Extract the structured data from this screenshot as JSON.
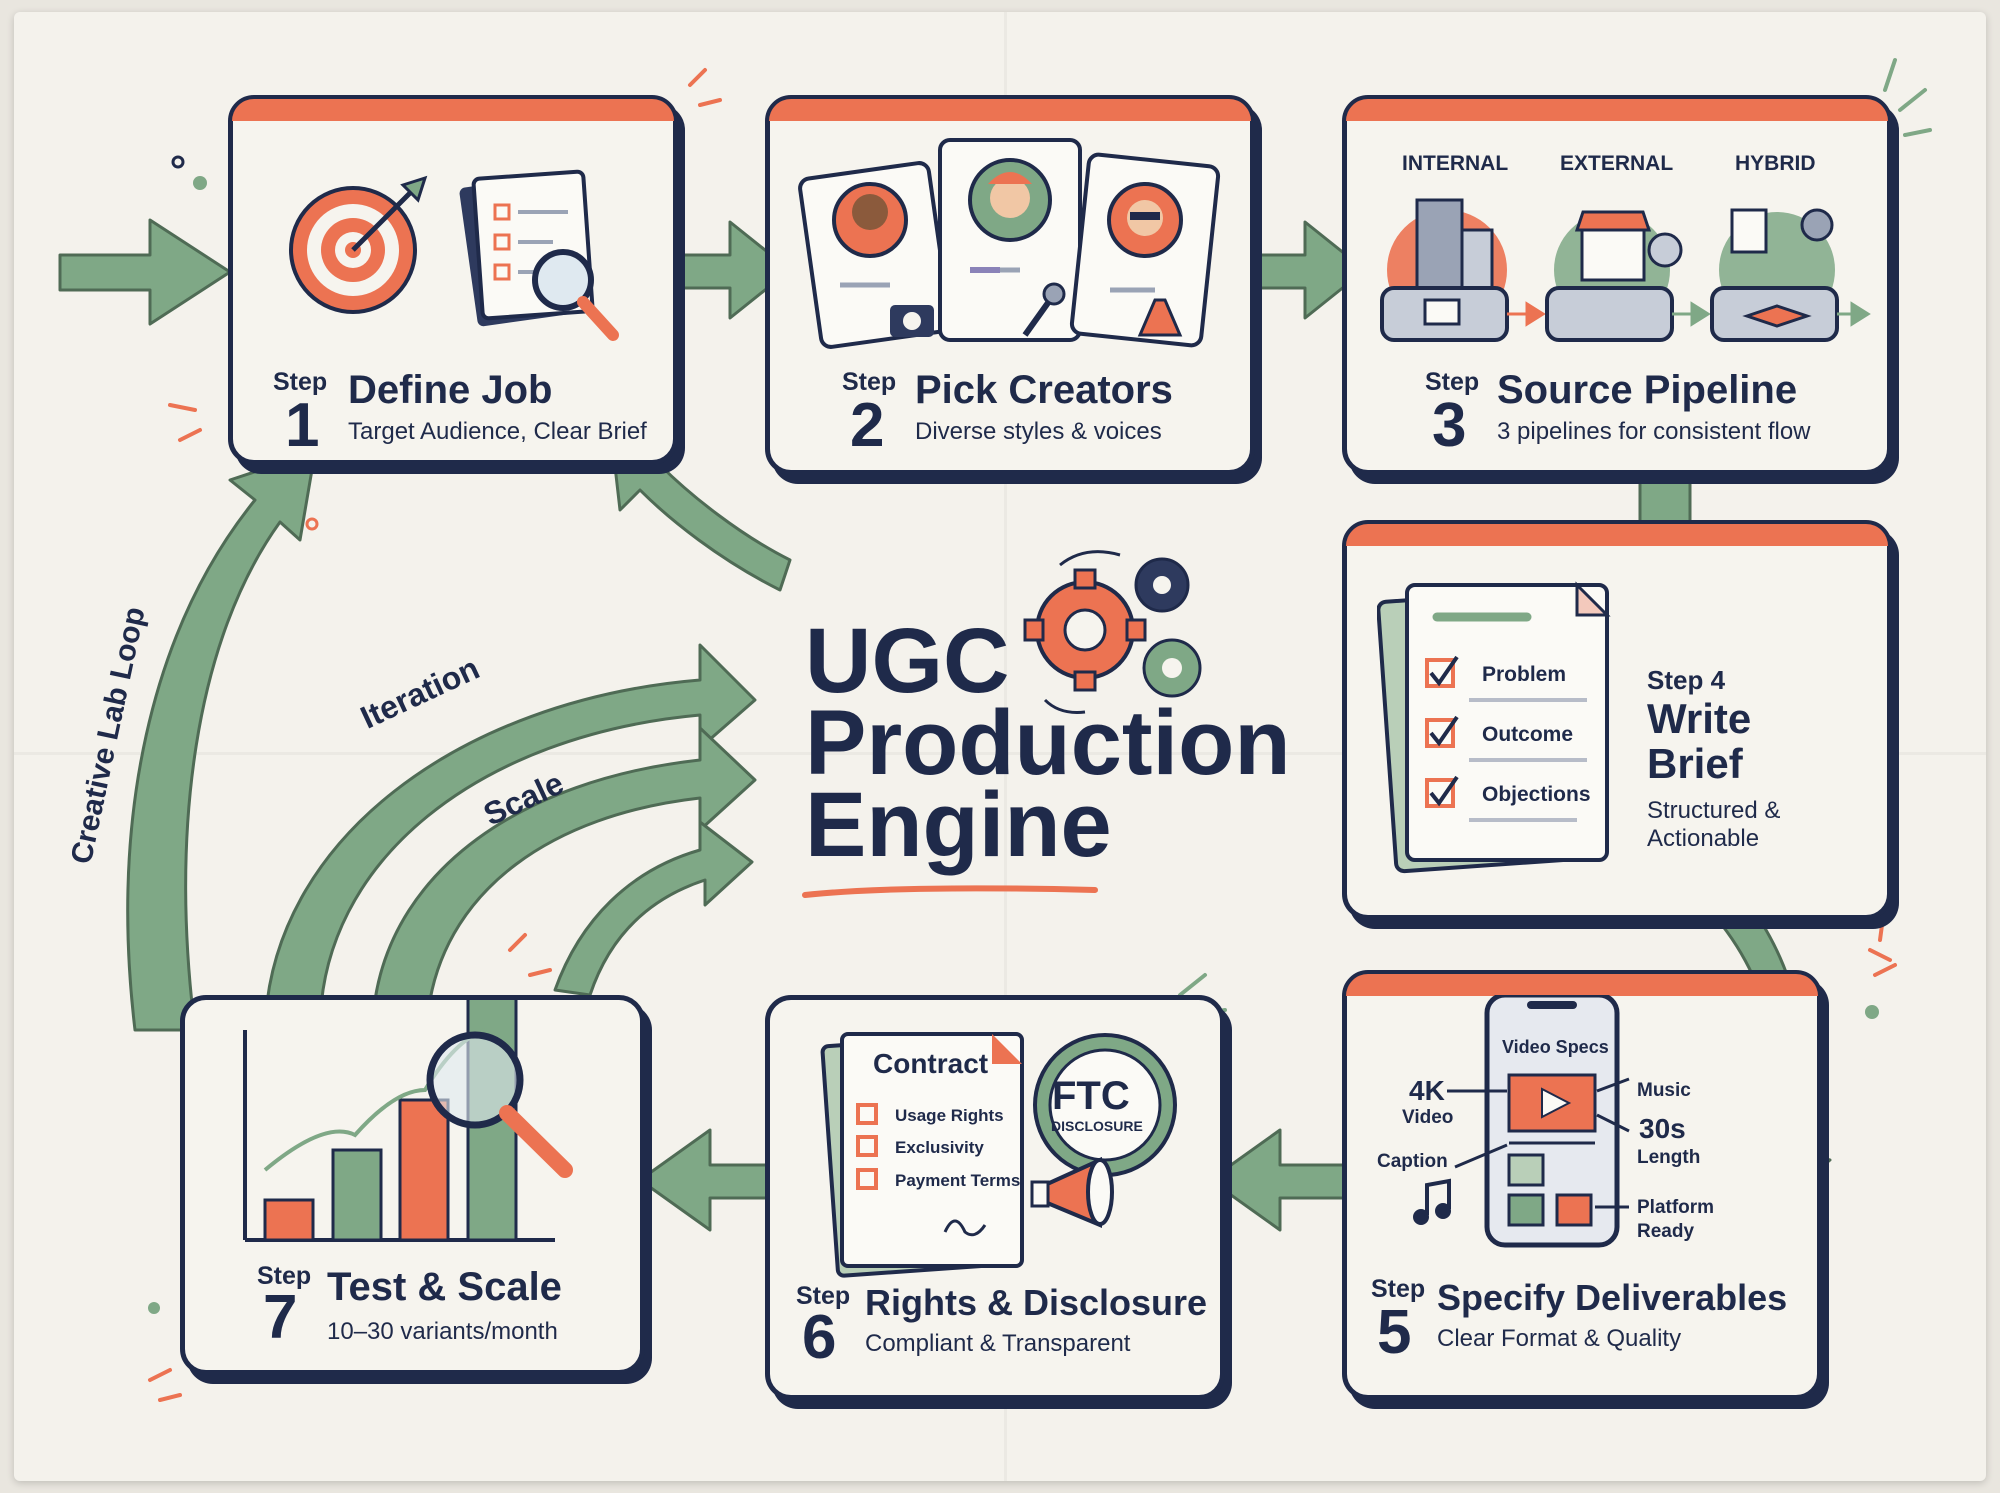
{
  "title": {
    "line1": "UGC",
    "line2": "Production",
    "line3": "Engine"
  },
  "loop_labels": {
    "outer": "Creative Lab Loop",
    "iteration": "Iteration",
    "scale": "Scale"
  },
  "steps": [
    {
      "step_word": "Step",
      "number": "1",
      "title": "Define Job",
      "subtitle": "Target Audience, Clear Brief"
    },
    {
      "step_word": "Step",
      "number": "2",
      "title": "Pick Creators",
      "subtitle": "Diverse styles & voices"
    },
    {
      "step_word": "Step",
      "number": "3",
      "title": "Source Pipeline",
      "subtitle": "3 pipelines for consistent flow",
      "pipelines": [
        "INTERNAL",
        "EXTERNAL",
        "HYBRID"
      ]
    },
    {
      "step_label": "Step 4",
      "title_line1": "Write",
      "title_line2": "Brief",
      "subtitle_line1": "Structured &",
      "subtitle_line2": "Actionable",
      "checklist": [
        "Problem",
        "Outcome",
        "Objections"
      ]
    },
    {
      "step_word": "Step",
      "number": "5",
      "title": "Specify Deliverables",
      "subtitle": "Clear Format & Quality",
      "phone_header": "Video Specs",
      "specs": {
        "res": "4K",
        "res_sub": "Video",
        "caption": "Caption",
        "music": "Music",
        "length": "30s",
        "length_sub": "Length",
        "platform": "Platform",
        "platform_sub": "Ready"
      }
    },
    {
      "step_word": "Step",
      "number": "6",
      "title": "Rights & Disclosure",
      "subtitle": "Compliant & Transparent",
      "contract_title": "Contract",
      "contract_items": [
        "Usage Rights",
        "Exclusivity",
        "Payment Terms"
      ],
      "badge_top": "FTC",
      "badge_bottom": "DISCLOSURE"
    },
    {
      "step_word": "Step",
      "number": "7",
      "title": "Test & Scale",
      "subtitle": "10–30 variants/month"
    }
  ],
  "colors": {
    "navy": "#1f2a4a",
    "coral": "#ec7352",
    "sage": "#7fa886",
    "paper": "#f4f2ec"
  },
  "icons": [
    "target-icon",
    "checklist-document-icon",
    "magnifier-icon",
    "creator-card-icon",
    "camera-icon",
    "microphone-icon",
    "dress-icon",
    "office-building-icon",
    "storefront-icon",
    "handshake-icon",
    "gears-icon",
    "phone-icon",
    "play-icon",
    "music-note-icon",
    "contract-icon",
    "megaphone-icon",
    "bar-chart-icon"
  ]
}
